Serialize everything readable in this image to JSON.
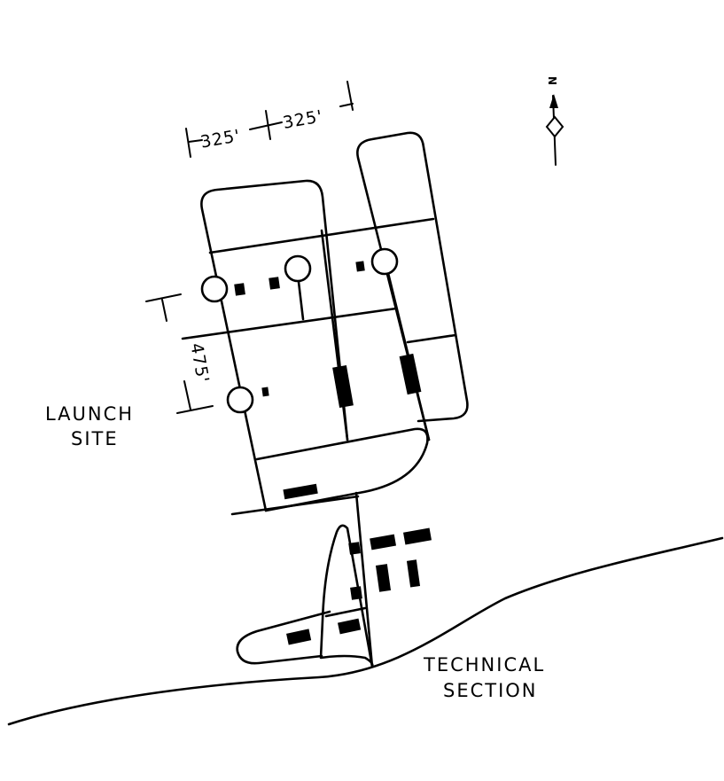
{
  "labels": {
    "launch_site_line1": "LAUNCH",
    "launch_site_line2": "SITE",
    "technical_section_line1": "TECHNICAL",
    "technical_section_line2": "SECTION"
  },
  "dimensions": {
    "width_left": "325'",
    "width_right": "325'",
    "height": "475'"
  },
  "north_arrow": {
    "letter": "N",
    "icon": "north-arrow-icon"
  },
  "colors": {
    "ink": "#000000",
    "paper": "#ffffff"
  }
}
